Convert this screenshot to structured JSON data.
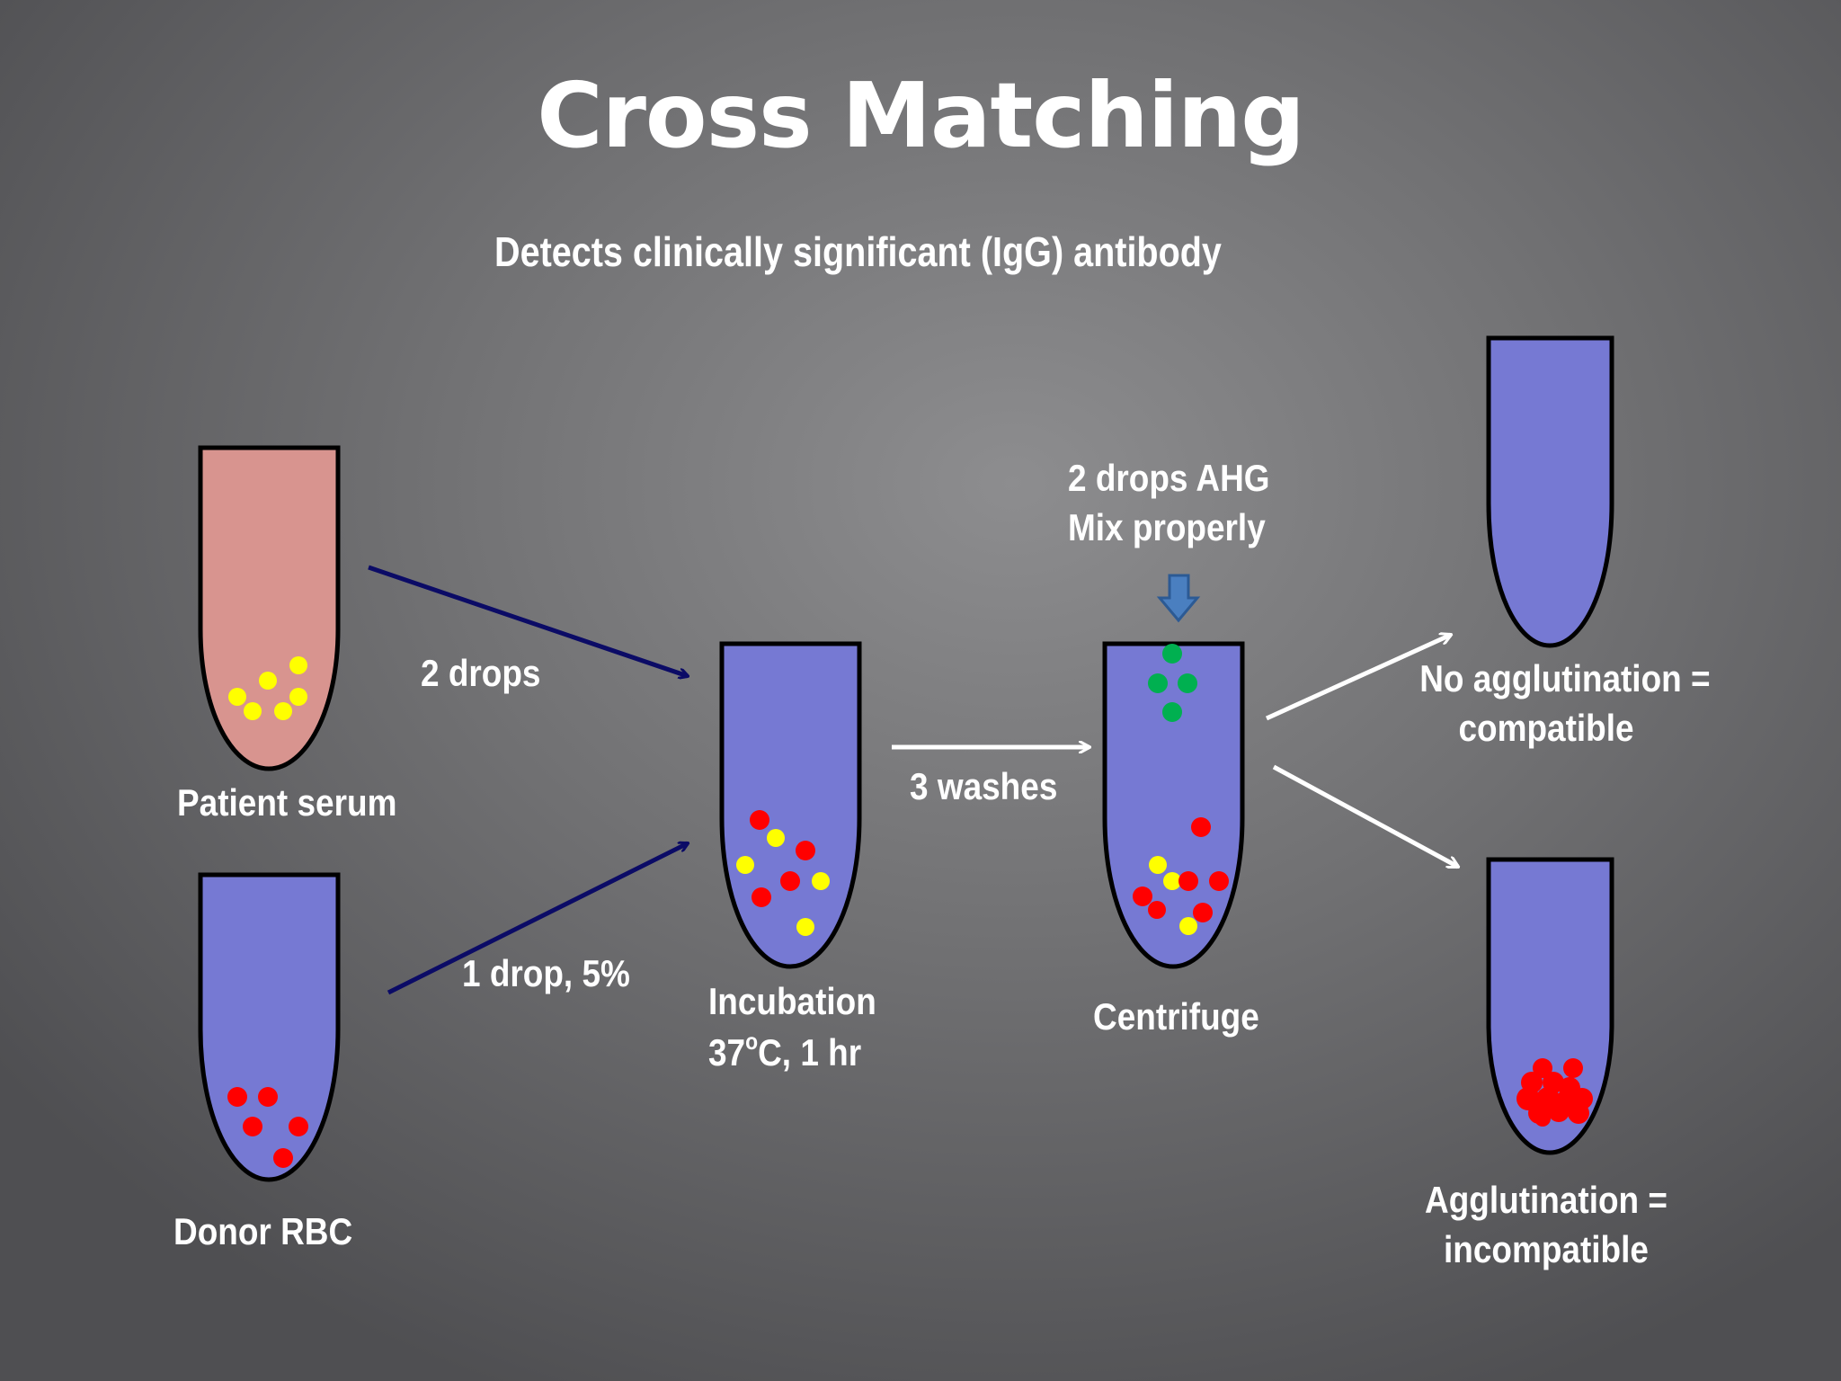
{
  "title": "Cross Matching",
  "subtitle": "Detects clinically significant (IgG) antibody",
  "labels": {
    "patient_serum": "Patient serum",
    "donor_rbc": "Donor RBC",
    "two_drops": "2 drops",
    "one_drop": "1 drop, 5%",
    "incubation_line1": "Incubation",
    "incubation_temp": "37",
    "incubation_deg": "o",
    "incubation_rest": "C, 1 hr",
    "three_washes": "3 washes",
    "ahg_line1": "2 drops AHG",
    "ahg_line2": "Mix properly",
    "centrifuge": "Centrifuge",
    "no_agglutination_line1": "No agglutination =",
    "no_agglutination_line2": "compatible",
    "agglutination_line1": "Agglutination =",
    "agglutination_line2": "incompatible"
  },
  "colors": {
    "serum_tube": "#d8948f",
    "rbc_tube": "#7679d3",
    "red_cell": "#ff0000",
    "yellow_cell": "#ffff00",
    "green_cell": "#00b050",
    "dark_arrow": "#0b0b66",
    "white_arrow": "#ffffff",
    "ahg_arrow": "#4a7fc0"
  }
}
